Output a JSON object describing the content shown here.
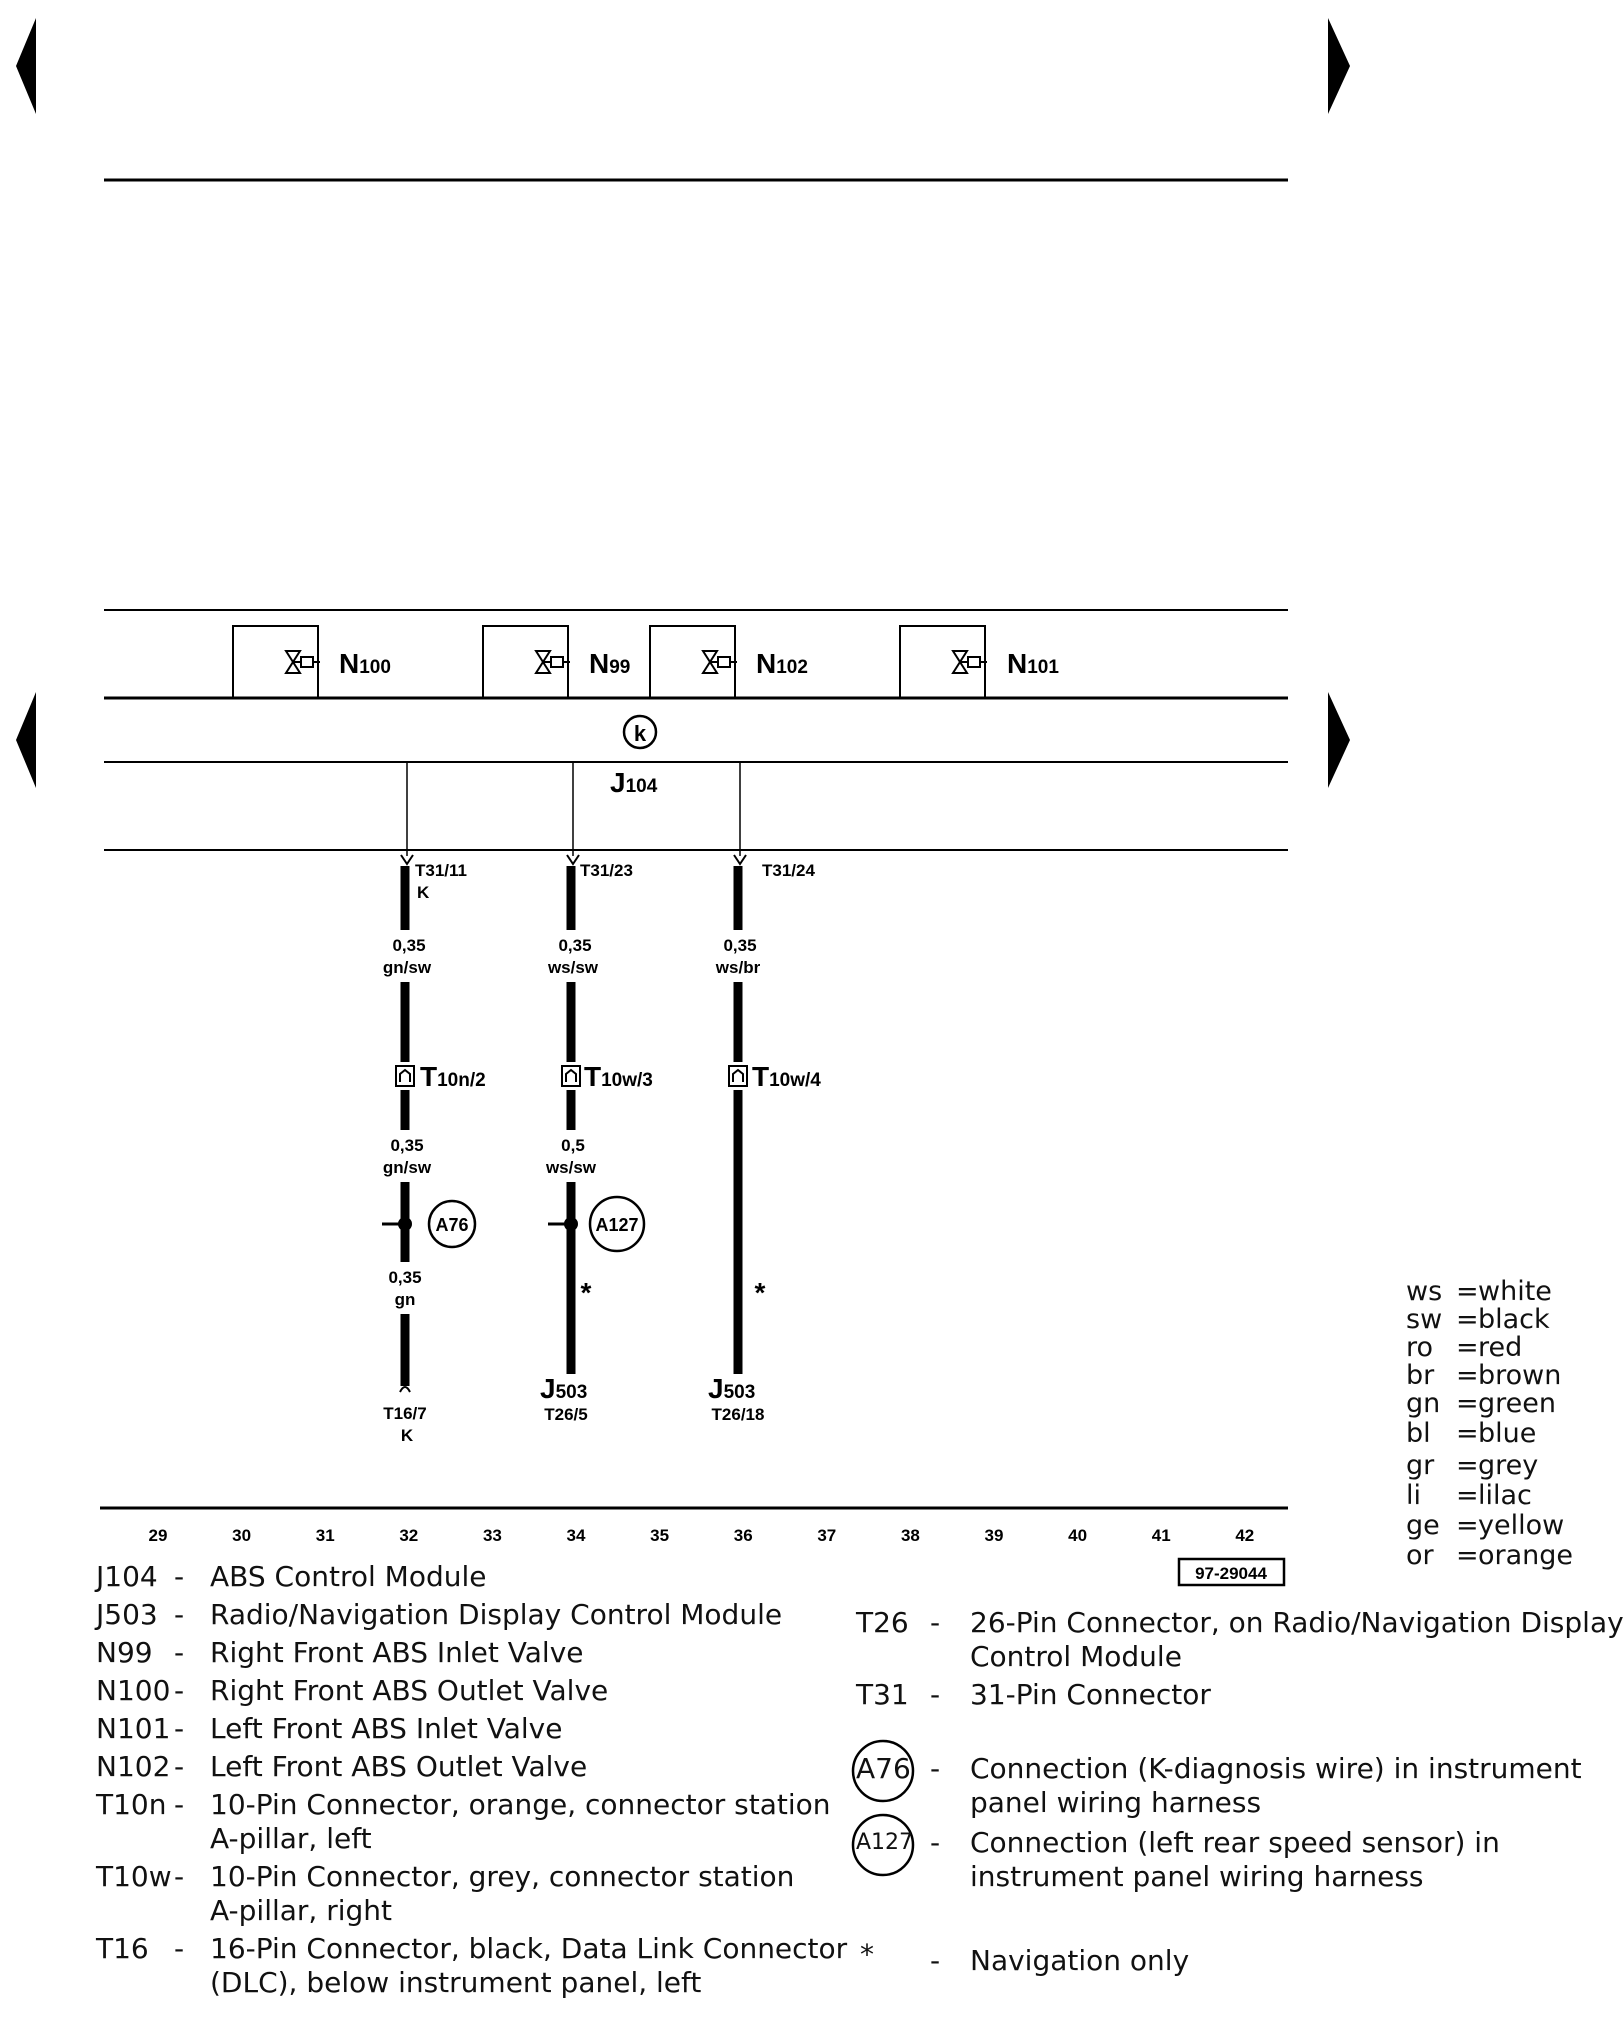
{
  "components": {
    "valves": [
      {
        "letter": "N",
        "sub": "100"
      },
      {
        "letter": "N",
        "sub": "99"
      },
      {
        "letter": "N",
        "sub": "102"
      },
      {
        "letter": "N",
        "sub": "101"
      }
    ],
    "k_symbol": "k",
    "module": {
      "letter": "J",
      "sub": "104"
    }
  },
  "wires": [
    {
      "pin": "T31/11",
      "pin_note": "K",
      "upper_size": "0,35",
      "upper_color": "gn/sw",
      "connector": {
        "letter": "T",
        "sub": "10n/2"
      },
      "lower_size": "0,35",
      "lower_color": "gn/sw",
      "splice": "A76",
      "bottom_size": "0,35",
      "bottom_color": "gn",
      "end_line1": "T16/7",
      "end_line2": "K"
    },
    {
      "pin": "T31/23",
      "upper_size": "0,35",
      "upper_color": "ws/sw",
      "connector": {
        "letter": "T",
        "sub": "10w/3"
      },
      "lower_size": "0,5",
      "lower_color": "ws/sw",
      "splice": "A127",
      "star": "*",
      "end_letter": "J",
      "end_sub": "503",
      "end_line2": "T26/5"
    },
    {
      "pin": "T31/24",
      "upper_size": "0,35",
      "upper_color": "ws/br",
      "connector": {
        "letter": "T",
        "sub": "10w/4"
      },
      "star": "*",
      "end_letter": "J",
      "end_sub": "503",
      "end_line2": "T26/18"
    }
  ],
  "grid_numbers": [
    "29",
    "30",
    "31",
    "32",
    "33",
    "34",
    "35",
    "36",
    "37",
    "38",
    "39",
    "40",
    "41",
    "42"
  ],
  "figure_id": "97-29044",
  "color_codes": [
    {
      "code": "ws",
      "eq": "=",
      "name": "white"
    },
    {
      "code": "sw",
      "eq": "=",
      "name": "black"
    },
    {
      "code": "ro",
      "eq": "=",
      "name": "red"
    },
    {
      "code": "br",
      "eq": "=",
      "name": "brown"
    },
    {
      "code": "gn",
      "eq": "=",
      "name": "green"
    },
    {
      "code": "bl",
      "eq": "=",
      "name": "blue"
    },
    {
      "code": "gr",
      "eq": "=",
      "name": "grey"
    },
    {
      "code": "li",
      "eq": "=",
      "name": "lilac"
    },
    {
      "code": "ge",
      "eq": "=",
      "name": "yellow"
    },
    {
      "code": "or",
      "eq": "=",
      "name": "orange"
    }
  ],
  "legend_left": [
    {
      "code": "J104",
      "dash": "-",
      "desc": "ABS Control Module"
    },
    {
      "code": "J503",
      "dash": "-",
      "desc": "Radio/Navigation Display Control Module"
    },
    {
      "code": "N99",
      "dash": "-",
      "desc": "Right Front ABS Inlet Valve"
    },
    {
      "code": "N100",
      "dash": "-",
      "desc": "Right Front ABS Outlet Valve"
    },
    {
      "code": "N101",
      "dash": "-",
      "desc": "Left Front ABS Inlet Valve"
    },
    {
      "code": "N102",
      "dash": "-",
      "desc": "Left Front ABS Outlet Valve"
    },
    {
      "code": "T10n",
      "dash": "-",
      "desc": "10-Pin Connector, orange, connector station",
      "desc2": "A-pillar, left"
    },
    {
      "code": "T10w",
      "dash": "-",
      "desc": "10-Pin Connector, grey, connector station",
      "desc2": "A-pillar, right"
    },
    {
      "code": "T16",
      "dash": "-",
      "desc": "16-Pin Connector, black, Data Link Connector",
      "desc2": "(DLC), below instrument panel, left"
    }
  ],
  "legend_right": [
    {
      "code": "T26",
      "dash": "-",
      "desc": "26-Pin Connector, on Radio/Navigation Display",
      "desc2": "Control Module"
    },
    {
      "code": "T31",
      "dash": "-",
      "desc": "31-Pin Connector"
    },
    {
      "code": "A76",
      "dash": "-",
      "desc": "Connection (K-diagnosis wire) in instrument",
      "desc2": "panel wiring harness"
    },
    {
      "code": "A127",
      "dash": "-",
      "desc": "Connection (left rear speed sensor) in",
      "desc2": "instrument panel wiring harness"
    },
    {
      "code": "*",
      "dash": "-",
      "desc": "Navigation only"
    }
  ]
}
